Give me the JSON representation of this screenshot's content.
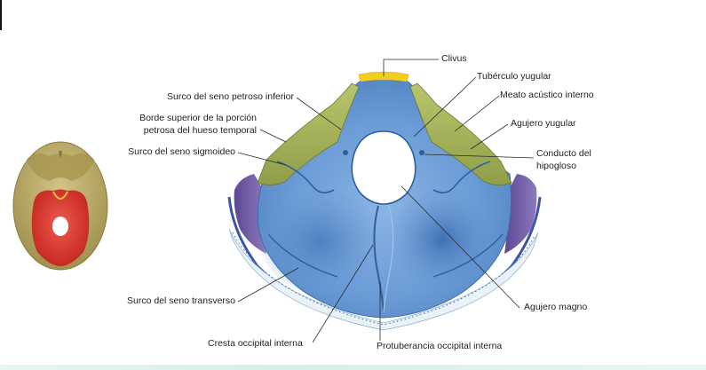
{
  "labels": {
    "clivus": "Clivus",
    "tuberculo": "Tubérculo yugular",
    "meato": "Meato acústico interno",
    "agujero_yugular": "Agujero yugular",
    "conducto_1": "Conducto del",
    "conducto_2": "hipogloso",
    "surco_petroso": "Surco del seno petroso inferior",
    "borde_1": "Borde superior de la porción",
    "borde_2": "petrosa del hueso temporal",
    "surco_sigmoideo": "Surco del seno sigmoideo",
    "surco_transverso": "Surco del seno transverso",
    "cresta": "Cresta occipital interna",
    "protuberancia": "Protuberancia occipital interna",
    "agujero_magno": "Agujero magno"
  },
  "colors": {
    "occipital_blue": "#6f9fd6",
    "occipital_dark": "#3f72b4",
    "petrous_green": "#a9b75f",
    "clivus_yellow": "#f1cf22",
    "parietal_purple": "#7a62a8",
    "skull_rim": "#4a63b0",
    "thumb_bone": "#b9aa68",
    "thumb_red": "#d7342b"
  }
}
